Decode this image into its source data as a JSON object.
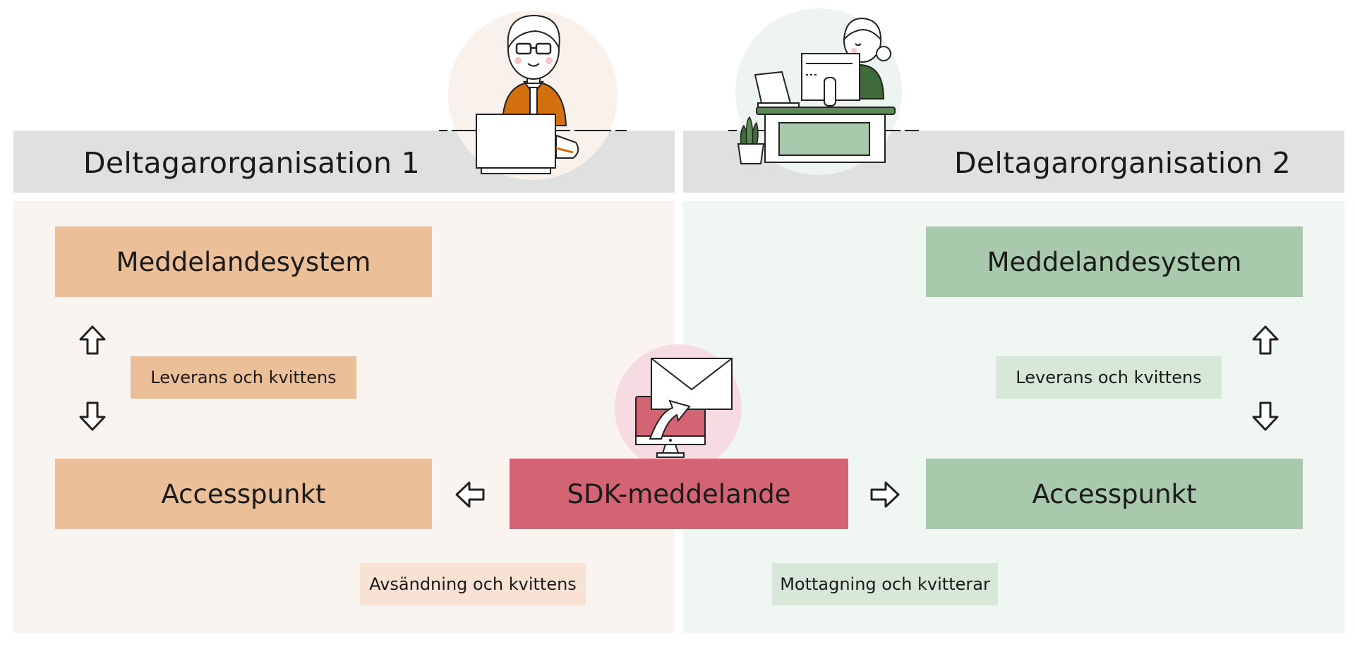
{
  "org1": {
    "title": "Deltagarorganisation 1",
    "message_system": "Meddelandesystem",
    "delivery_label": "Leverans och kvittens",
    "access_point": "Accesspunkt",
    "sending_label": "Avsändning och kvittens",
    "color_box": "#ebbf97",
    "color_panel": "#faf4f0"
  },
  "org2": {
    "title": "Deltagarorganisation 2",
    "message_system": "Meddelandesystem",
    "delivery_label": "Leverans och kvittens",
    "access_point": "Accesspunkt",
    "receiving_label": "Mottagning och kvitterar",
    "color_box": "#a8c9ac",
    "color_panel": "#f0f6f1"
  },
  "center": {
    "sdk_message": "SDK-meddelande",
    "color": "#d36473"
  },
  "icons": [
    "person-laptop-icon",
    "person-desk-icon",
    "plant-icon",
    "envelope-monitor-icon",
    "arrow-up-icon",
    "arrow-down-icon",
    "arrow-left-icon",
    "arrow-right-icon"
  ]
}
